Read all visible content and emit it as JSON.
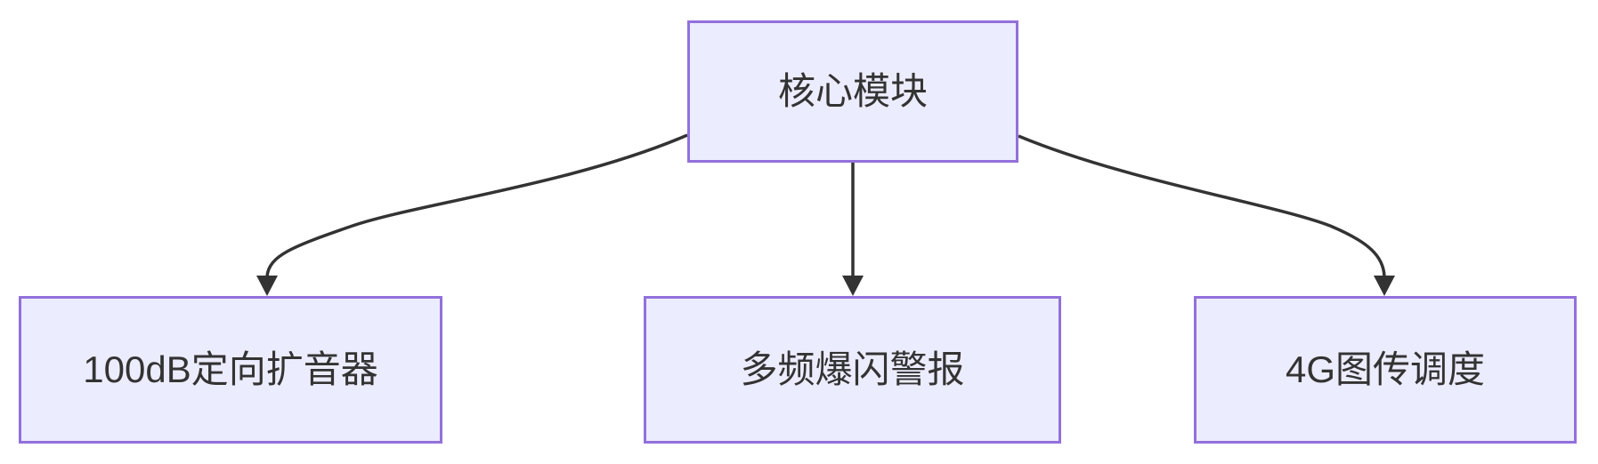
{
  "diagram": {
    "type": "flowchart",
    "direction": "top-down",
    "root": {
      "id": "core",
      "label": "核心模块"
    },
    "children": [
      {
        "id": "speaker",
        "label": "100dB定向扩音器"
      },
      {
        "id": "strobe",
        "label": "多频爆闪警报"
      },
      {
        "id": "dispatch",
        "label": "4G图传调度"
      }
    ],
    "edges": [
      {
        "from": "core",
        "to": "speaker"
      },
      {
        "from": "core",
        "to": "strobe"
      },
      {
        "from": "core",
        "to": "dispatch"
      }
    ]
  },
  "colors": {
    "node_fill": "#ECECFF",
    "node_border": "#9370DB",
    "edge_line": "#333333",
    "text": "#333333",
    "background": "#FFFFFF"
  }
}
